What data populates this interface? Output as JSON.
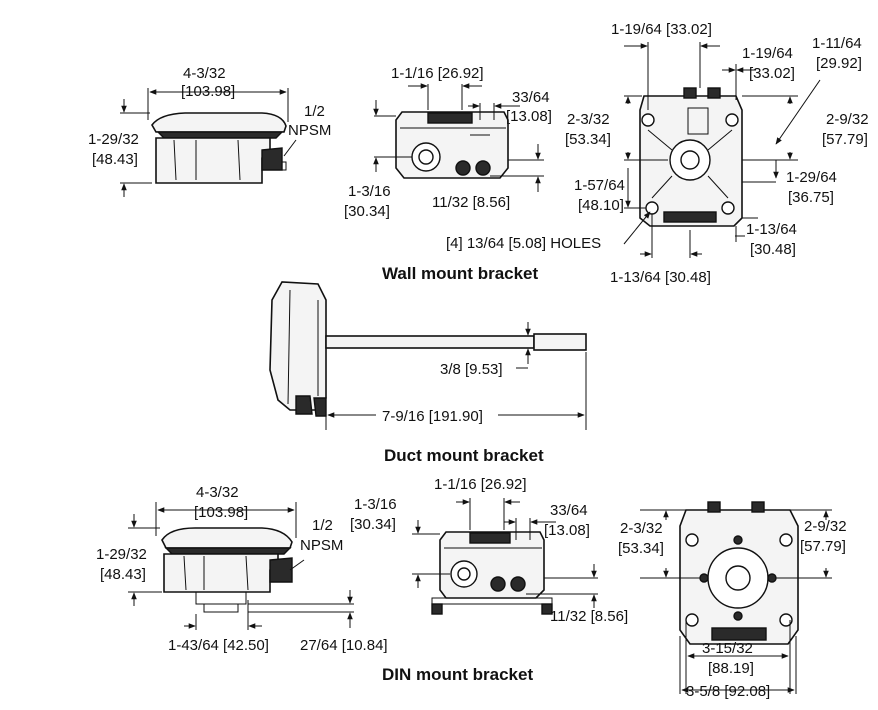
{
  "sections": {
    "wall": {
      "title": "Wall mount bracket",
      "side": {
        "width": "4-3/32",
        "width_mm": "[103.98]",
        "height": "1-29/32",
        "height_mm": "[48.43]",
        "npsm_size": "1/2",
        "npsm": "NPSM"
      },
      "front": {
        "top": "1-1/16 [26.92]",
        "right": "33/64",
        "right_mm": "[13.08]",
        "left": "1-3/16",
        "left_mm": "[30.34]",
        "bottom": "11/32 [8.56]"
      },
      "back": {
        "top": "1-19/64 [33.02]",
        "top2": "1-19/64",
        "top2_mm": "[33.02]",
        "corner": "1-11/64",
        "corner_mm": "[29.92]",
        "left_h": "2-3/32",
        "left_h_mm": "[53.34]",
        "right_h": "2-9/32",
        "right_h_mm": "[57.79]",
        "mid_l": "1-57/64",
        "mid_l_mm": "[48.10]",
        "mid_r": "1-29/64",
        "mid_r_mm": "[36.75]",
        "bot_r": "1-13/64",
        "bot_r_mm": "[30.48]",
        "holes": "[4] 13/64 [5.08] HOLES",
        "bottom": "1-13/64 [30.48]"
      }
    },
    "duct": {
      "title": "Duct mount bracket",
      "probe_dia": "3/8 [9.53]",
      "length": "7-9/16 [191.90]"
    },
    "din": {
      "title": "DIN mount bracket",
      "side": {
        "width": "4-3/32",
        "width_mm": "[103.98]",
        "height": "1-29/32",
        "height_mm": "[48.43]",
        "npsm_size": "1/2",
        "npsm": "NPSM",
        "rail": "1-43/64 [42.50]",
        "rail_h": "27/64 [10.84]"
      },
      "front": {
        "top": "1-1/16 [26.92]",
        "left": "1-3/16",
        "left_mm": "[30.34]",
        "right": "33/64",
        "right_mm": "[13.08]",
        "bottom": "11/32 [8.56]"
      },
      "back": {
        "left_h": "2-3/32",
        "left_h_mm": "[53.34]",
        "right_h": "2-9/32",
        "right_h_mm": "[57.79]",
        "w1": "3-15/32",
        "w1_mm": "[88.19]",
        "w2": "3-5/8 [92.08]"
      }
    }
  }
}
